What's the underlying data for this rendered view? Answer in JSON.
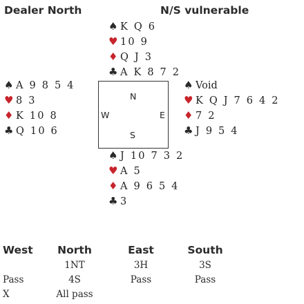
{
  "header": {
    "dealer": "Dealer North",
    "vulnerability": "N/S vulnerable"
  },
  "colors": {
    "red_suit": "#c7242b",
    "black_suit": "#2a2a2a"
  },
  "hands": {
    "north": [
      {
        "suit": "spade-icon",
        "cards": "K Q 6"
      },
      {
        "suit": "heart-icon",
        "cards": "10 9"
      },
      {
        "suit": "diamond-icon",
        "cards": "Q J 3"
      },
      {
        "suit": "club-icon",
        "cards": "A K 8 7 2"
      }
    ],
    "west": [
      {
        "suit": "spade-icon",
        "cards": "A 9 8 5 4"
      },
      {
        "suit": "heart-icon",
        "cards": "8 3"
      },
      {
        "suit": "diamond-icon",
        "cards": "K 10 8"
      },
      {
        "suit": "club-icon",
        "cards": "Q 10 6"
      }
    ],
    "east": [
      {
        "suit": "spade-icon",
        "cards": "Void"
      },
      {
        "suit": "heart-icon",
        "cards": "K Q J 7 6 4 2"
      },
      {
        "suit": "diamond-icon",
        "cards": "7 2"
      },
      {
        "suit": "club-icon",
        "cards": "J 9 5 4"
      }
    ],
    "south": [
      {
        "suit": "spade-icon",
        "cards": "J 10 7 3 2"
      },
      {
        "suit": "heart-icon",
        "cards": "A 5"
      },
      {
        "suit": "diamond-icon",
        "cards": "A 9 6 5 4"
      },
      {
        "suit": "club-icon",
        "cards": "3"
      }
    ]
  },
  "compass": {
    "n": "N",
    "s": "S",
    "w": "W",
    "e": "E"
  },
  "auction": {
    "headers": [
      "West",
      "North",
      "East",
      "South"
    ],
    "columns": [
      [
        "",
        "Pass",
        "X"
      ],
      [
        "1NT",
        "4S",
        "All pass"
      ],
      [
        "3H",
        "Pass",
        ""
      ],
      [
        "3S",
        "Pass",
        ""
      ]
    ]
  }
}
